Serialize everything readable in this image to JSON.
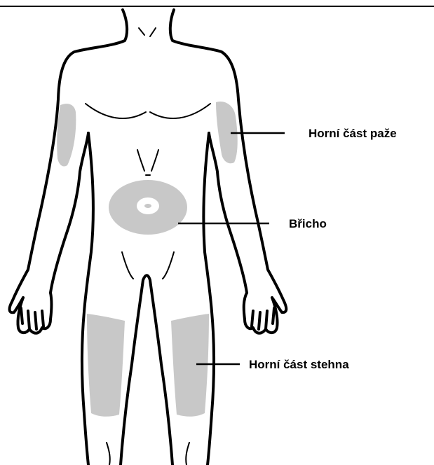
{
  "labels": {
    "upper_arm": "Horní část paže",
    "abdomen": "Břicho",
    "upper_thigh": "Horní část stehna"
  },
  "colors": {
    "outline": "#000000",
    "zone_fill": "#c8c8c8",
    "background": "#ffffff"
  }
}
